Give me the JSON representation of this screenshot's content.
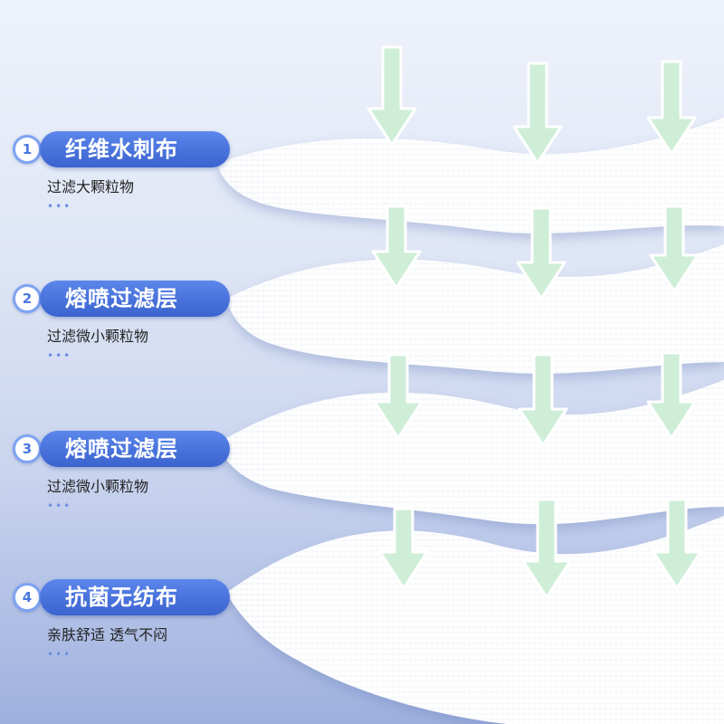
{
  "colors": {
    "badge": "#4a76e0",
    "arrow_fill": "#cfeed8",
    "arrow_stroke": "#ffffff",
    "sheet": "#ffffff"
  },
  "layers": [
    {
      "number": "1",
      "title": "纤维水刺布",
      "desc": "过滤大颗粒物",
      "dots": "•••"
    },
    {
      "number": "2",
      "title": "熔喷过滤层",
      "desc": "过滤微小颗粒物",
      "dots": "•••"
    },
    {
      "number": "3",
      "title": "熔喷过滤层",
      "desc": "过滤微小颗粒物",
      "dots": "•••"
    },
    {
      "number": "4",
      "title": "抗菌无纺布",
      "desc": "亲肤舒适 透气不闷",
      "dots": "•••"
    }
  ]
}
